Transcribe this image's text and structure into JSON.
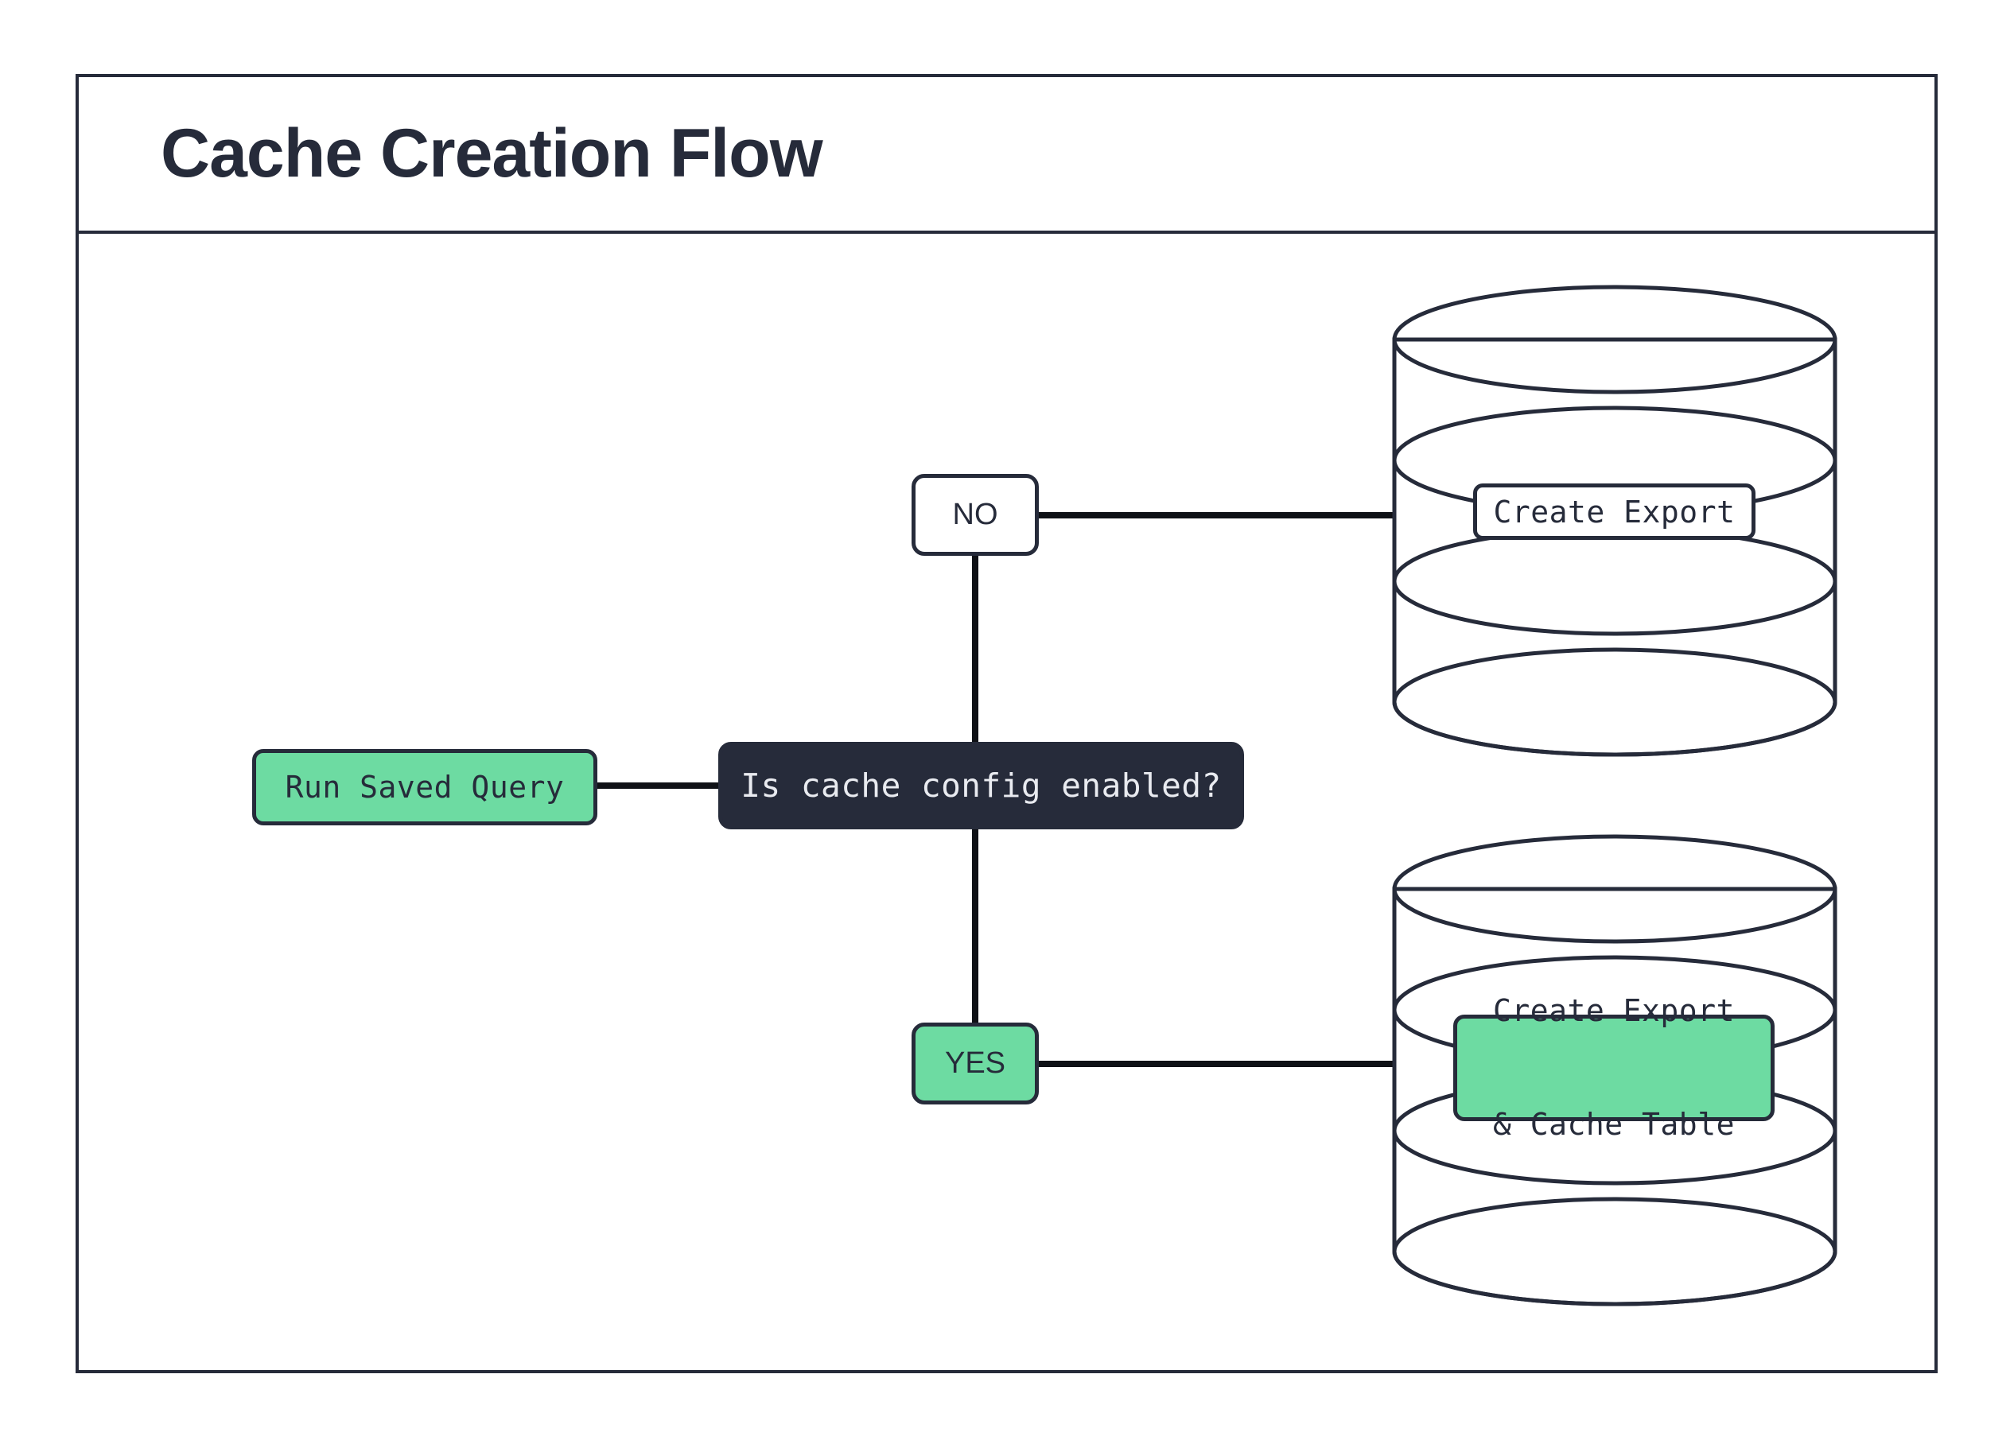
{
  "frame": {
    "title": "Cache Creation Flow"
  },
  "colors": {
    "accent_green": "#6ddba2",
    "dark": "#262b3a",
    "line": "#0f1116",
    "surface": "#ffffff"
  },
  "diagram": {
    "type": "flowchart",
    "nodes": [
      {
        "id": "run-saved-query",
        "label": "Run Saved Query",
        "shape": "rounded-rect",
        "style": "green"
      },
      {
        "id": "decision",
        "label": "Is cache config enabled?",
        "shape": "rounded-rect",
        "style": "dark"
      },
      {
        "id": "branch-no",
        "label": "NO",
        "shape": "rounded-rect",
        "style": "white"
      },
      {
        "id": "branch-yes",
        "label": "YES",
        "shape": "rounded-rect",
        "style": "green"
      },
      {
        "id": "db-export",
        "label": "Create Export",
        "shape": "cylinder",
        "style": "white"
      },
      {
        "id": "db-export-cache",
        "label": "Create Export\n& Cache Table",
        "label_line1": "Create Export",
        "label_line2": "& Cache Table",
        "shape": "cylinder",
        "style": "green"
      }
    ],
    "edges": [
      {
        "from": "run-saved-query",
        "to": "decision",
        "label": ""
      },
      {
        "from": "decision",
        "to": "branch-no",
        "label": ""
      },
      {
        "from": "decision",
        "to": "branch-yes",
        "label": ""
      },
      {
        "from": "branch-no",
        "to": "db-export",
        "label": ""
      },
      {
        "from": "branch-yes",
        "to": "db-export-cache",
        "label": ""
      }
    ]
  }
}
